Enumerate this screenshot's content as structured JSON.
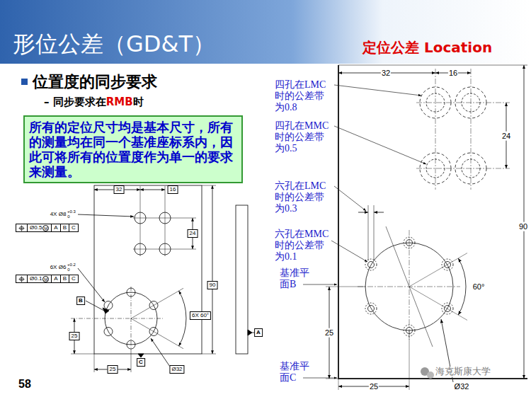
{
  "diagram": {
    "title": "形位公差（GD&T）",
    "nodes": [
      {
        "text": [
          "所有的定位尺寸均是基本尺寸，所有的测量均在同一个基准座标系内，因此可将所有的位置度作为单一的要求来测量。"
        ]
      },
      {
        "text": [
          "32"
        ]
      },
      {
        "text": [
          "16"
        ]
      },
      {
        "text": [
          "Ø0.5",
          "M",
          "A",
          "B",
          "C"
        ]
      },
      {
        "text": [
          "24"
        ]
      },
      {
        "text": [
          "Ø0.1",
          "M",
          "A",
          "B",
          "C"
        ]
      },
      {
        "text": [
          "B"
        ]
      },
      {
        "text": [
          "90"
        ]
      },
      {
        "text": [
          "6X 60°"
        ]
      },
      {
        "text": [
          "25"
        ]
      },
      {
        "text": [
          "A"
        ]
      },
      {
        "text": [
          "C"
        ]
      },
      {
        "text": [
          "25"
        ]
      },
      {
        "text": [
          "Ø32"
        ]
      }
    ],
    "labels": [
      "定位公差 Location",
      "位置度的同步要求",
      "– 同步要求在",
      "RMB",
      "时",
      "4X Ø8",
      "+0.3",
      "0",
      "6X Ø6",
      "+0.2",
      "0",
      "58",
      "四孔在LMC时的公差带为0.8",
      "四孔在MMC时的公差带为0.5",
      "六孔在LMC时的公差带为0.3",
      "六孔在MMC时的公差带为0.1",
      "基准平面B",
      "基准平面C",
      "32",
      "16",
      "24",
      "90",
      "60°",
      "25",
      "25",
      "Ø32",
      "海克斯康大学"
    ]
  }
}
